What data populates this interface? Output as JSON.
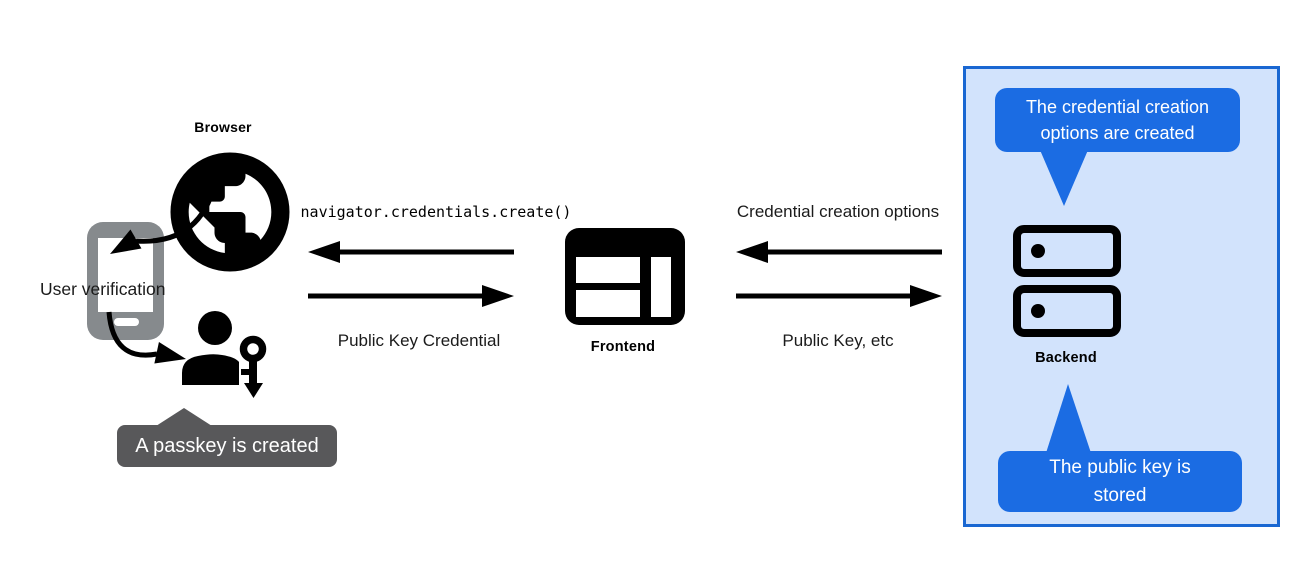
{
  "nodes": {
    "browser_label": "Browser",
    "user_verification_label": "User verification",
    "frontend_label": "Frontend",
    "backend_label": "Backend"
  },
  "messages": {
    "create_call": "navigator.credentials.create()",
    "public_key_credential": "Public Key Credential",
    "credential_creation_options": "Credential creation options",
    "public_key_etc": "Public Key, etc"
  },
  "callouts": {
    "passkey_created": "A passkey is created",
    "credential_options_created": "The credential creation options are created",
    "public_key_stored": "The public key is stored"
  },
  "colors": {
    "callout_blue": "#1b6ce3",
    "panel_background": "#d2e3fc",
    "panel_border": "#1967d2",
    "callout_gray": "#58585a",
    "phone_gray": "#868a8d",
    "icon_black": "#000000"
  }
}
